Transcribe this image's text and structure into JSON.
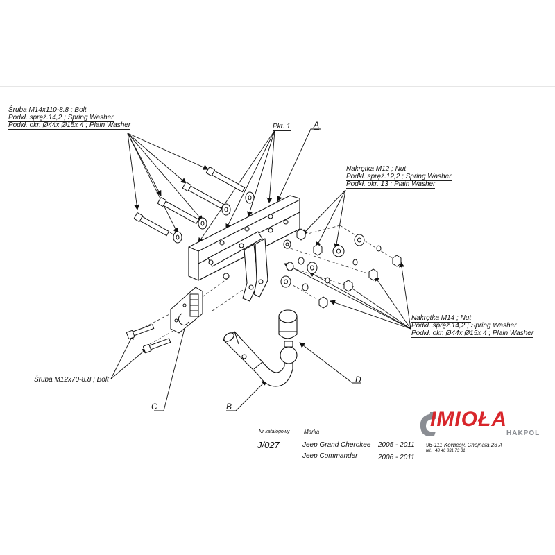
{
  "callouts": {
    "bolt_m14": [
      "Śruba M14x110-8.8 ;  Bolt",
      "Podkł. spręż.14,2 ; Spring Washer",
      "Podkł. okr.  Ø44x Ø15x 4 ; Plain Washer"
    ],
    "pkt": "Pkt. 1",
    "letter_a": "A",
    "nut_m12": [
      "Nakrętka  M12 ; Nut",
      "Podkł. spręż.12,2 ; Spring Washer",
      "Podkł. okr. 13 ; Plain Washer"
    ],
    "nut_m14": [
      "Nakrętka  M14 ; Nut",
      "Podkł. spręż.14,2 ; Spring Washer",
      "Podkł. okr.  Ø44x Ø15x 4 ; Plain Washer"
    ],
    "bolt_m12": "Śruba M12x70-8.8 ;  Bolt",
    "letter_b": "B",
    "letter_c": "C",
    "letter_d": "D"
  },
  "catalog": {
    "nr_label": "Nr katalogowy",
    "nr_value": "J/027",
    "marka_label": "Marka",
    "vehicles": [
      {
        "name": "Jeep Grand Cherokee",
        "years": "2005  -  2011"
      },
      {
        "name": "Jeep Commander",
        "years": "2006  -  2011"
      }
    ]
  },
  "company": {
    "brand": "IMIOŁA",
    "sub": "HAKPOL",
    "address": "96-111  Kowiesy, Chojnata 23 A",
    "phone": "tel. +48 46 831 73 31",
    "color_red": "#d8262b",
    "color_grey": "#8a8d93"
  }
}
